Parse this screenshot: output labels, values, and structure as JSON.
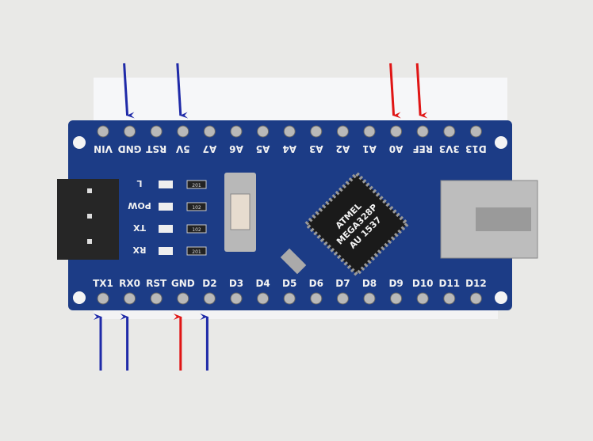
{
  "board": {
    "top_pins": [
      "VIN",
      "GND",
      "RST",
      "5V",
      "A7",
      "A6",
      "A5",
      "A4",
      "A3",
      "A2",
      "A1",
      "A0",
      "REF",
      "3V3",
      "D13"
    ],
    "bottom_pins": [
      "TX1",
      "RX0",
      "RST",
      "GND",
      "D2",
      "D3",
      "D4",
      "D5",
      "D6",
      "D7",
      "D8",
      "D9",
      "D10",
      "D11",
      "D12"
    ],
    "led_labels": [
      "L",
      "POW",
      "TX",
      "RX"
    ],
    "resistor_codes": [
      "201",
      "102",
      "102",
      "201"
    ],
    "chip_text": [
      "ATMEL",
      "MEGA328P",
      "AU 1537"
    ],
    "board_color": "#1c3c86"
  },
  "arrows": {
    "top": [
      {
        "pin": "GND",
        "color": "#1f2aa8"
      },
      {
        "pin": "5V",
        "color": "#1f2aa8"
      },
      {
        "pin": "A0",
        "color": "#e01515"
      },
      {
        "pin": "REF",
        "color": "#e01515"
      }
    ],
    "bottom": [
      {
        "pin": "TX1",
        "color": "#1f2aa8"
      },
      {
        "pin": "RX0",
        "color": "#1f2aa8"
      },
      {
        "pin": "GND",
        "color": "#e01515"
      },
      {
        "pin": "D2",
        "color": "#1f2aa8"
      }
    ]
  }
}
